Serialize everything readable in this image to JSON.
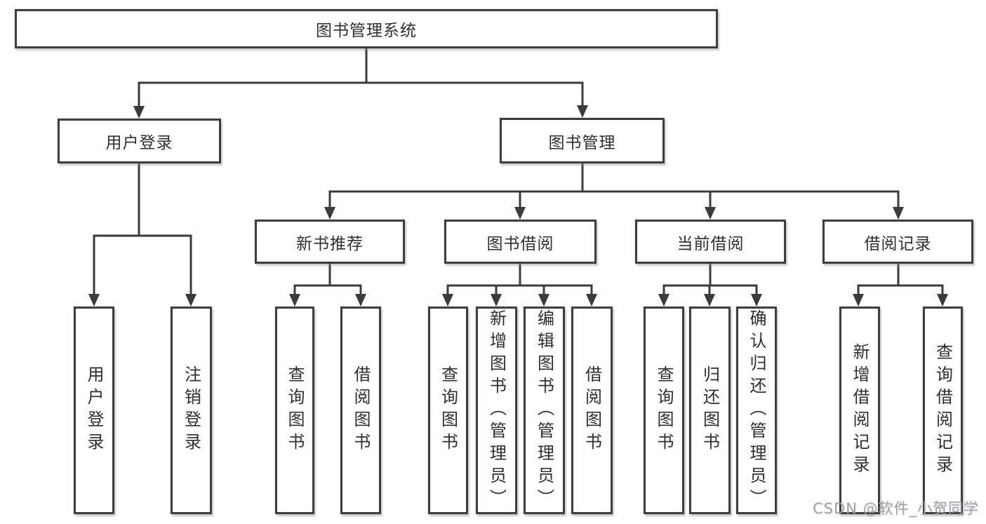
{
  "nodes": {
    "root": "图书管理系统",
    "user_login": "用户登录",
    "book_management": "图书管理",
    "new_book_recommend": "新书推荐",
    "book_borrow": "图书借阅",
    "current_borrow": "当前借阅",
    "borrow_records": "借阅记录",
    "leaf_user_login": "用户登录",
    "leaf_logout": "注销登录",
    "leaf_query_book_rec": "查询图书",
    "leaf_borrow_book_rec": "借阅图书",
    "leaf_query_book_borrow": "查询图书",
    "leaf_add_book_admin": "新增图书（管理员）",
    "leaf_edit_book_admin": "编辑图书（管理员）",
    "leaf_borrow_book_borrow": "借阅图书",
    "leaf_query_book_current": "查询图书",
    "leaf_return_book": "归还图书",
    "leaf_confirm_return_admin": "确认归还（管理员）",
    "leaf_add_borrow_record": "新增借阅记录",
    "leaf_query_borrow_record": "查询借阅记录"
  },
  "watermark": "CSDN @软件_小贺同学",
  "colors": {
    "line": "#3b3b3b",
    "box_border": "#3e3e3e",
    "text": "#2f2f2f",
    "watermark": "#a3a3ab",
    "background": "#ffffff"
  }
}
